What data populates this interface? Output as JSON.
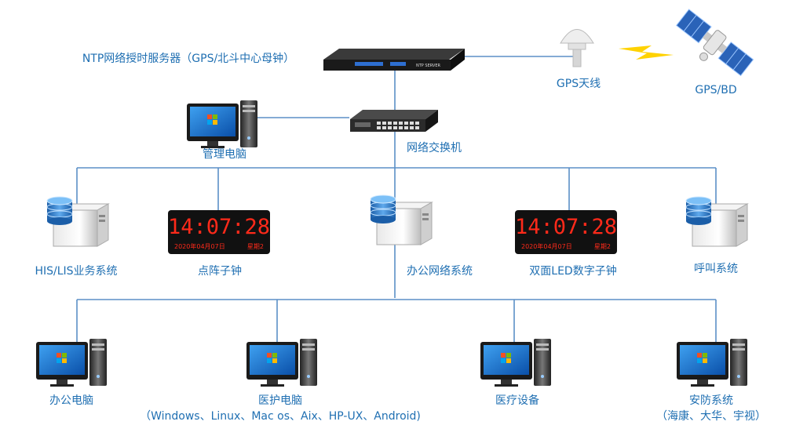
{
  "labels": {
    "ntp_server": "NTP网络授时服务器（GPS/北斗中心母钟）",
    "gps_antenna": "GPS天线",
    "gps_bd": "GPS/BD",
    "mgmt_pc": "管理电脑",
    "switch": "网络交换机",
    "his_lis": "HIS/LIS业务系统",
    "dot_matrix_clock": "点阵子钟",
    "office_network": "办公网络系统",
    "led_clock": "双面LED数字子钟",
    "call_system": "呼叫系统",
    "office_pc": "办公电脑",
    "medical_pc": "医护电脑",
    "medical_pc_os": "（Windows、Linux、Mac os、Aix、HP-UX、Android)",
    "medical_equipment": "医疗设备",
    "security_system": "安防系统",
    "security_brands": "（海康、大华、宇视）"
  },
  "server_panel_text": "NTP SERVER",
  "clock_display": {
    "time": "14:07:28",
    "date": "2020年04月07日",
    "weekday": "星期2"
  },
  "colors": {
    "line": "#5b8fc7",
    "label": "#1f6fb2",
    "clock_digits": "#ff2a1a"
  },
  "icons": [
    "server-rack-icon",
    "satellite-antenna-icon",
    "lightning-icon",
    "satellite-icon",
    "desktop-pc-icon",
    "network-switch-icon",
    "database-server-icon",
    "led-clock-icon"
  ]
}
